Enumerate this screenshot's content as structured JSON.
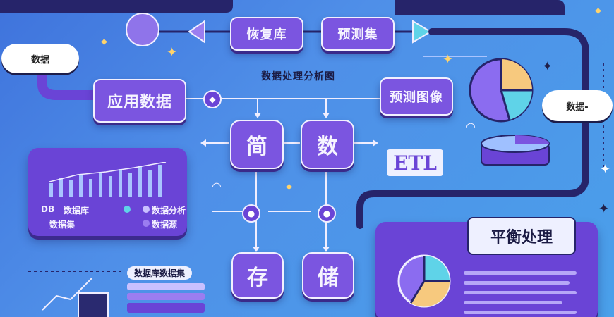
{
  "top_labels": {
    "left": "恢复库",
    "right": "预测集"
  },
  "left_block": "应用数据",
  "center_caption": "数据处理分析图",
  "mid_left_box": "简",
  "mid_right_box": "数",
  "right_label_box": "预测图像",
  "cloud_left": "数据",
  "cloud_right": "数据-",
  "etl_label": "ETL",
  "left_panel": {
    "header": "DB",
    "legend": [
      "数据库",
      "数据集",
      "数据分析",
      "数据源"
    ]
  },
  "bottom_caption": "数据库数据集",
  "bottom_boxes": [
    "存",
    "储"
  ],
  "right_panel_title": "平衡处理",
  "colors": {
    "node": "#7b55e0",
    "panel": "#6a44d6",
    "accent": "#ffd36b",
    "teal": "#5fd3e8"
  }
}
